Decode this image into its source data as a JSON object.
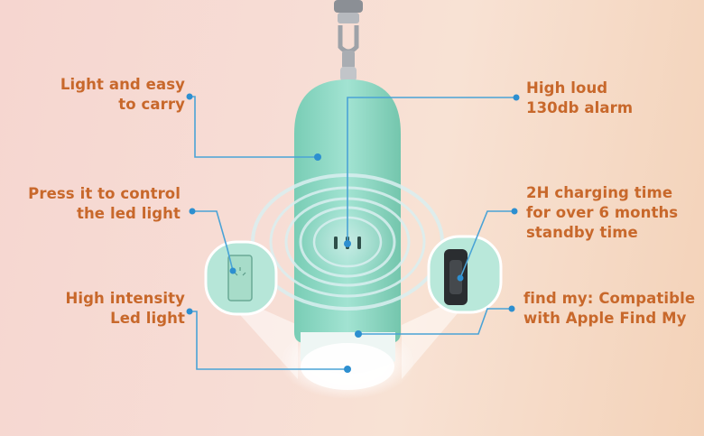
{
  "callouts": {
    "carry": "Light and easy\nto carry",
    "alarm": "High loud\n130db alarm",
    "control": "Press it to control\nthe led light",
    "charging": "2H charging time\nfor over 6 months\nstandby time",
    "led": "High intensity\nLed light",
    "findmy": "find my: Compatible\nwith Apple Find My"
  },
  "colors": {
    "text": "#c8682b",
    "device": "#8fd9c4",
    "device_dark": "#6cc3aa",
    "leader": "#4aa3d6"
  },
  "icons": [
    "keychain-clip-icon",
    "device-body",
    "led-button-icon",
    "charging-port-icon"
  ]
}
